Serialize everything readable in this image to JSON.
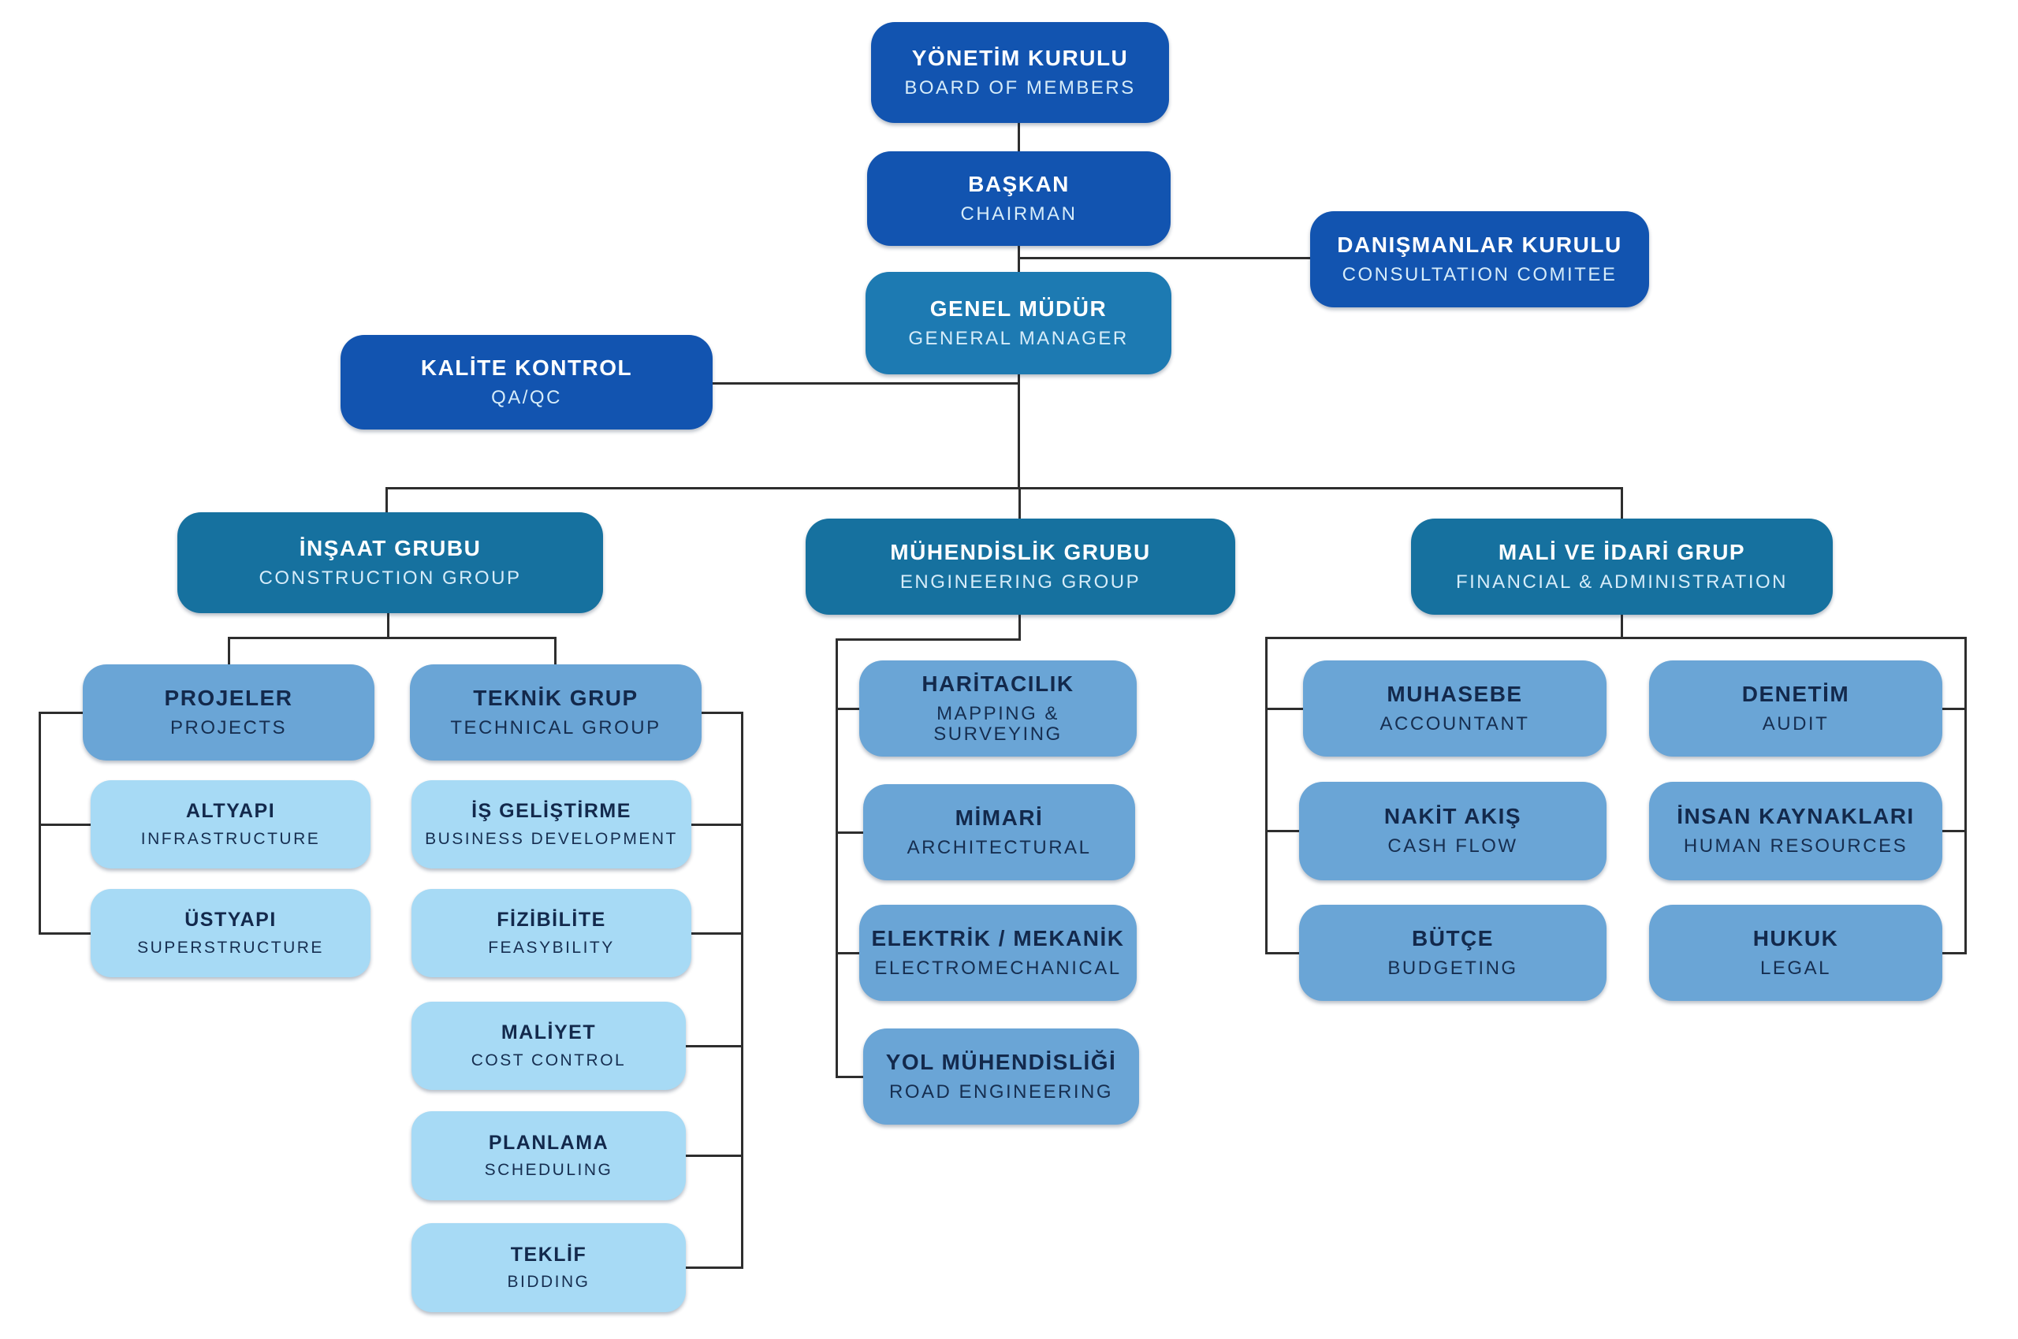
{
  "colors": {
    "dark_blue": "#1254b0",
    "group_teal": "#16719f",
    "general_manager_teal": "#1d7ab2",
    "medium_blue": "#6aa5d6",
    "light_blue": "#a7daf5",
    "title_text_on_blue": "#ffffff",
    "subtitle_text_on_blue": "#d6ecf9",
    "text_navy": "#13294c",
    "connector_line": "#2e2e2e",
    "background": "#ffffff"
  },
  "org": {
    "board": {
      "title": "YÖNETİM KURULU",
      "subtitle": "BOARD OF MEMBERS"
    },
    "chairman": {
      "title": "BAŞKAN",
      "subtitle": "CHAIRMAN"
    },
    "consultation": {
      "title": "DANIŞMANLAR KURULU",
      "subtitle": "CONSULTATION COMITEE"
    },
    "general_manager": {
      "title": "GENEL MÜDÜR",
      "subtitle": "GENERAL MANAGER"
    },
    "qa_qc": {
      "title": "KALİTE KONTROL",
      "subtitle": "QA/QC"
    },
    "construction_group": {
      "title": "İNŞAAT GRUBU",
      "subtitle": "CONSTRUCTION GROUP"
    },
    "projects": {
      "title": "PROJELER",
      "subtitle": "PROJECTS"
    },
    "technical_group": {
      "title": "TEKNİK GRUP",
      "subtitle": "TECHNICAL GROUP"
    },
    "infrastructure": {
      "title": "ALTYAPI",
      "subtitle": "INFRASTRUCTURE"
    },
    "superstructure": {
      "title": "ÜSTYAPI",
      "subtitle": "SUPERSTRUCTURE"
    },
    "business_development": {
      "title": "İŞ GELİŞTİRME",
      "subtitle": "BUSINESS DEVELOPMENT"
    },
    "feasibility": {
      "title": "FİZİBİLİTE",
      "subtitle": "FEASYBILITY"
    },
    "cost_control": {
      "title": "MALİYET",
      "subtitle": "COST CONTROL"
    },
    "scheduling": {
      "title": "PLANLAMA",
      "subtitle": "SCHEDULING"
    },
    "bidding": {
      "title": "TEKLİF",
      "subtitle": "BIDDING"
    },
    "engineering_group": {
      "title": "MÜHENDİSLİK GRUBU",
      "subtitle": "ENGINEERING GROUP"
    },
    "mapping_surveying": {
      "title": "HARİTACILIK",
      "subtitle": "MAPPING & SURVEYING"
    },
    "architectural": {
      "title": "MİMARİ",
      "subtitle": "ARCHITECTURAL"
    },
    "electromechanical": {
      "title": "ELEKTRİK / MEKANİK",
      "subtitle": "ELECTROMECHANICAL"
    },
    "road_engineering": {
      "title": "YOL MÜHENDİSLİĞİ",
      "subtitle": "ROAD ENGINEERING"
    },
    "financial_group": {
      "title": "MALİ VE İDARİ GRUP",
      "subtitle": "FINANCIAL & ADMINISTRATION"
    },
    "accountant": {
      "title": "MUHASEBE",
      "subtitle": "ACCOUNTANT"
    },
    "audit": {
      "title": "DENETİM",
      "subtitle": "AUDIT"
    },
    "cash_flow": {
      "title": "NAKİT AKIŞ",
      "subtitle": "CASH FLOW"
    },
    "human_resources": {
      "title": "İNSAN KAYNAKLARI",
      "subtitle": "HUMAN RESOURCES"
    },
    "budgeting": {
      "title": "BÜTÇE",
      "subtitle": "BUDGETING"
    },
    "legal": {
      "title": "HUKUK",
      "subtitle": "LEGAL"
    }
  }
}
